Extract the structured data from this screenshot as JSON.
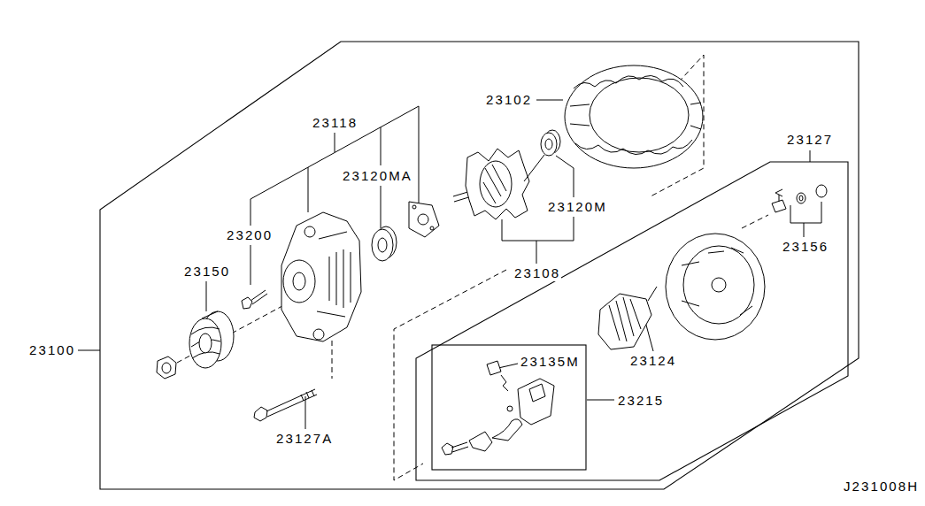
{
  "diagram": {
    "labels": [
      "23102",
      "23118",
      "23120MA",
      "23200",
      "23150",
      "23120M",
      "23108",
      "23127",
      "23156",
      "23100",
      "23124",
      "23135M",
      "23215",
      "23127A",
      "J231008H"
    ]
  }
}
